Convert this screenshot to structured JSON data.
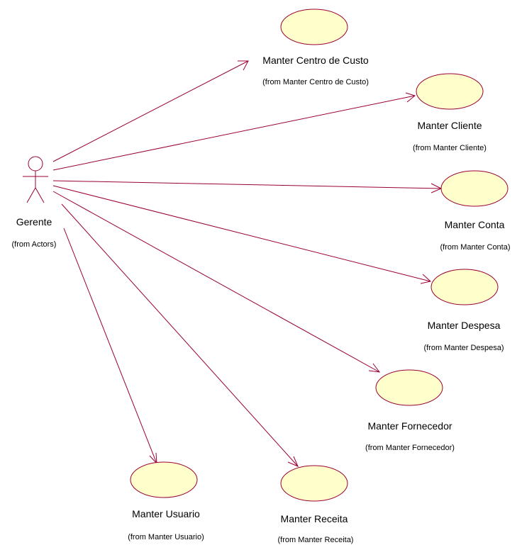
{
  "actor": {
    "name": "Gerente",
    "from": "(from Actors)"
  },
  "use_cases": [
    {
      "id": "centro-de-custo",
      "name": "Manter Centro de Custo",
      "from": "(from Manter Centro de Custo)"
    },
    {
      "id": "cliente",
      "name": "Manter Cliente",
      "from": "(from Manter Cliente)"
    },
    {
      "id": "conta",
      "name": "Manter Conta",
      "from": "(from Manter Conta)"
    },
    {
      "id": "despesa",
      "name": "Manter Despesa",
      "from": "(from Manter Despesa)"
    },
    {
      "id": "fornecedor",
      "name": "Manter Fornecedor",
      "from": "(from Manter Fornecedor)"
    },
    {
      "id": "usuario",
      "name": "Manter Usuario",
      "from": "(from Manter Usuario)"
    },
    {
      "id": "receita",
      "name": "Manter Receita",
      "from": "(from Manter Receita)"
    }
  ],
  "colors": {
    "line": "#990033",
    "use_case_fill": "#ffffcc"
  }
}
